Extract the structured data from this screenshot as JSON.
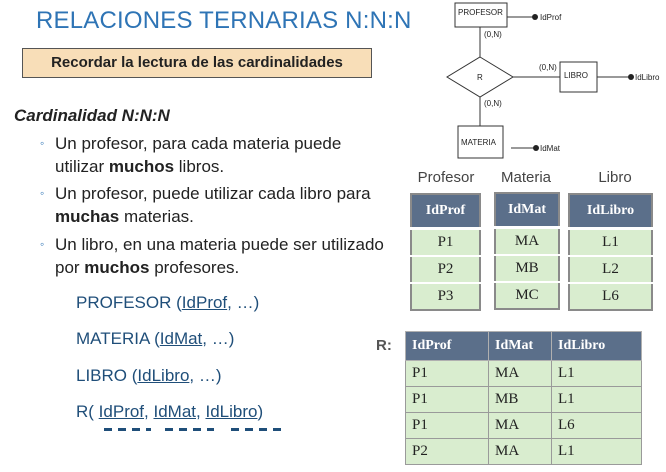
{
  "title": "RELACIONES TERNARIAS N:N:N",
  "reminder": "Recordar la lectura de las cardinalidades",
  "subheading": "Cardinalidad N:N:N",
  "bullets": [
    {
      "pre": "Un profesor, para cada materia puede utilizar ",
      "bold": "muchos",
      "post": " libros."
    },
    {
      "pre": "Un profesor, puede utilizar cada libro para ",
      "bold": "muchas",
      "post": " materias."
    },
    {
      "pre": "Un libro, en una materia puede ser utilizado por ",
      "bold": "muchos",
      "post": " profesores."
    }
  ],
  "relations": [
    {
      "name": "PROFESOR",
      "open": " (",
      "key": "IdProf",
      "rest": ", …)"
    },
    {
      "name": "MATERIA",
      "open": " (",
      "key": "IdMat",
      "rest": ", …)"
    },
    {
      "name": "LIBRO",
      "open": " (",
      "key": "IdLibro",
      "rest": ", …)"
    },
    {
      "name": "R",
      "open": "( ",
      "keys": [
        "IdProf",
        "IdMat",
        "IdLibro"
      ],
      "sep": ",  ",
      "rest": ")"
    }
  ],
  "diagram": {
    "entity_profesor": "PROFESOR",
    "entity_libro": "LIBRO",
    "entity_materia": "MATERIA",
    "relationship": "R",
    "attr_profesor": "IdProf",
    "attr_libro": "IdLibro",
    "attr_materia": "IdMat",
    "card_top": "(0,N)",
    "card_right": "(0,N)",
    "card_bottom": "(0,N)"
  },
  "column_headers": [
    "Profesor",
    "Materia",
    "Libro"
  ],
  "small_tables": [
    {
      "header": "IdProf",
      "rows": [
        "P1",
        "P2",
        "P3"
      ]
    },
    {
      "header": "IdMat",
      "rows": [
        "MA",
        "MB",
        "MC"
      ]
    },
    {
      "header": "IdLibro",
      "rows": [
        "L1",
        "L2",
        "L6"
      ]
    }
  ],
  "r_label": "R:",
  "r_table": {
    "headers": [
      "IdProf",
      "IdMat",
      "IdLibro"
    ],
    "rows": [
      [
        "P1",
        "MA",
        "L1"
      ],
      [
        "P1",
        "MB",
        "L1"
      ],
      [
        "P1",
        "MA",
        "L6"
      ],
      [
        "P2",
        "MA",
        "L1"
      ]
    ]
  }
}
